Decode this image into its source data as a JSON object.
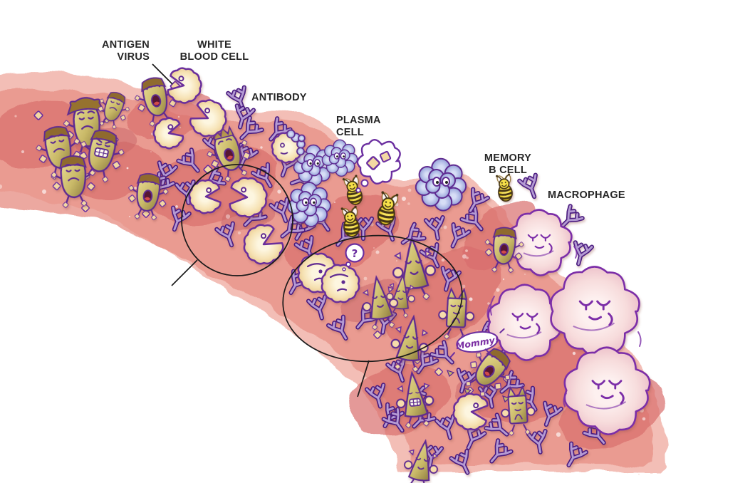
{
  "figure": {
    "subject": "Immune response cartoon diagram",
    "labels": {
      "antigen_virus": "ANTIGEN\nVIRUS",
      "white_blood_cell": "WHITE\nBLOOD CELL",
      "antibody": "ANTIBODY",
      "plasma_cell": "PLASMA\nCELL",
      "memory_b_cell": "MEMORY\nB CELL",
      "macrophage": "MACROPHAGE"
    },
    "speech": {
      "mommy": "Mommy!",
      "question_mark": "?"
    },
    "icons": {
      "antigen": "pill-shaped-bandit-germ-character",
      "antigen_fragment": "tan-diamond-fragment",
      "white_blood_cell": "scalloped-pacman-cell",
      "antibody": "purple-y-antibody",
      "plasma_cell": "berry-cluster-cell",
      "b_cell": "bee-character",
      "macrophage": "fluffy-pink-cloud-cell",
      "disguised_antigen": "triangle-costume-germ",
      "thought_bubble": "cloud-thought-bubble-with-antigen-diamonds",
      "callout_circle": "black-outline-magnifier-circle"
    },
    "colors": {
      "background": "#ffffff",
      "blood_light": "#f3beb6",
      "blood_mid": "#e79288",
      "blood_deep": "#d96e6c",
      "outline_purple": "#5f2b91",
      "antibody_fill": "#b49ad3",
      "antigen_olive": "#d9cb81",
      "antigen_shadow": "#8d7c3e",
      "hat_brown": "#8f6b2e",
      "wbc_cream": "#f9ecd0",
      "plasma_blue": "#aab6e2",
      "macrophage_pink": "#f6d9da",
      "bee_yellow": "#f3d62b",
      "label_ink": "#262626",
      "callout_black": "#1a1a1a"
    }
  }
}
